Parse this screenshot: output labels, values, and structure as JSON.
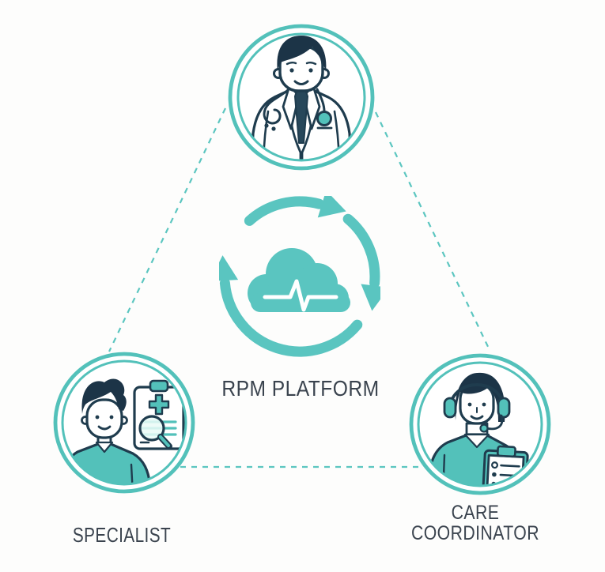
{
  "diagram": {
    "type": "triangle-network",
    "center": {
      "label": "RPM PLATFORM",
      "icon": "cloud-heartbeat-sync-icon"
    },
    "nodes": [
      {
        "id": "physician",
        "icon": "physician-avatar",
        "label": "",
        "position": "top"
      },
      {
        "id": "specialist",
        "icon": "specialist-avatar",
        "label": "SPECIALIST",
        "position": "bottom-left"
      },
      {
        "id": "care-coordinator",
        "icon": "care-coordinator-avatar",
        "label": "CARE COORDINATOR",
        "position": "bottom-right"
      }
    ],
    "connections": [
      {
        "from": "physician",
        "to": "specialist",
        "style": "dashed"
      },
      {
        "from": "physician",
        "to": "care-coordinator",
        "style": "dashed"
      },
      {
        "from": "specialist",
        "to": "care-coordinator",
        "style": "dashed"
      }
    ],
    "colors": {
      "teal": "#53c1ba",
      "teal_light": "#68cfb7",
      "navy": "#1f3c4e",
      "label_text": "#3a434e",
      "background": "#fdfdfc"
    }
  }
}
